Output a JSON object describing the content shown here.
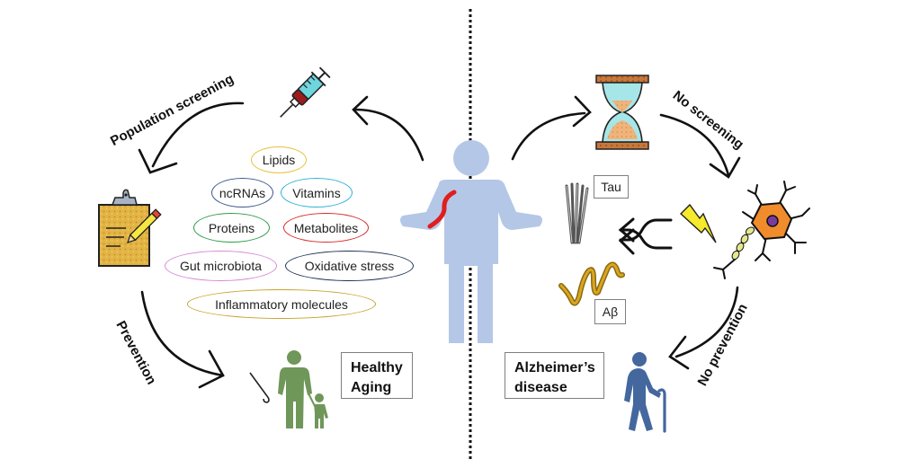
{
  "diagram": {
    "left_side": {
      "flow_labels": {
        "top": "Population screening",
        "bottom": "Prevention"
      },
      "biomarkers": [
        {
          "label": "Lipids",
          "color": "#e8c23a"
        },
        {
          "label": "ncRNAs",
          "color": "#3d5a8c"
        },
        {
          "label": "Vitamins",
          "color": "#2fb3d6"
        },
        {
          "label": "Proteins",
          "color": "#2e9b4a"
        },
        {
          "label": "Metabolites",
          "color": "#d62a2a"
        },
        {
          "label": "Gut microbiota",
          "color": "#d88ad8"
        },
        {
          "label": "Oxidative stress",
          "color": "#1f3358"
        },
        {
          "label": "Inflammatory molecules",
          "color": "#c9a227"
        }
      ],
      "outcome": {
        "line1": "Healthy",
        "line2": "Aging"
      },
      "icons": [
        "syringe-icon",
        "clipboard-icon",
        "family-icon"
      ]
    },
    "right_side": {
      "flow_labels": {
        "top": "No screening",
        "bottom": "No prevention"
      },
      "markers": {
        "tau": "Tau",
        "abeta": "Aβ"
      },
      "outcome": {
        "line1": "Alzheimer’s",
        "line2": "disease"
      },
      "icons": [
        "hourglass-icon",
        "tau-fibrils-icon",
        "amyloid-beta-icon",
        "crossing-arrows-icon",
        "lightning-icon",
        "neuron-icon",
        "elderly-person-icon"
      ]
    },
    "center": {
      "icon": "person-icon",
      "divider": "dotted-divider"
    },
    "colors": {
      "person": "#b4c7e7",
      "healthy_figure": "#70975a",
      "elderly_figure": "#44679e",
      "vessel": "#e01e1e",
      "neuron_body": "#f08c2c",
      "neuron_nucleus": "#7b3aa0"
    }
  }
}
